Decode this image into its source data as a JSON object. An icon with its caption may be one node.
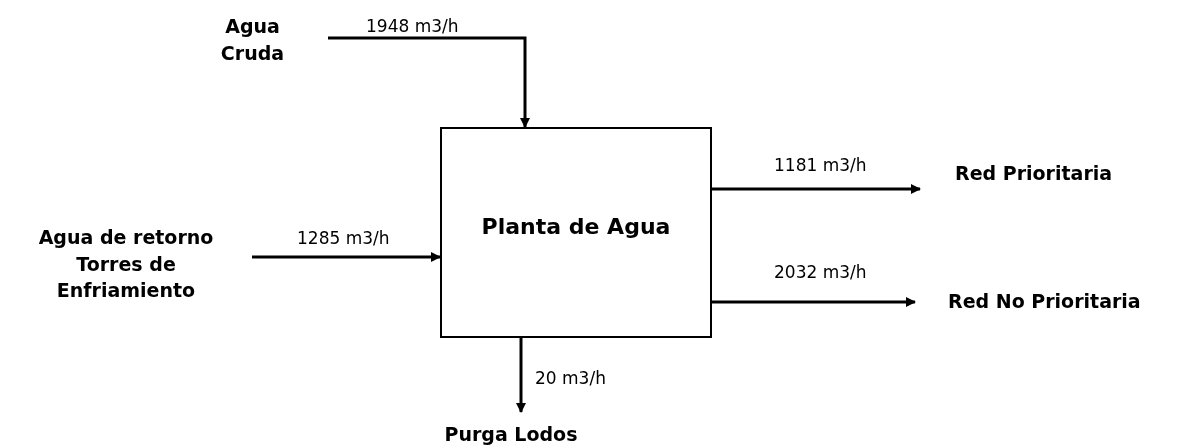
{
  "diagram": {
    "nodes": [
      {
        "text": [
          "Agua Cruda"
        ]
      },
      {
        "text": [
          "Agua de retorno Torres de Enfriamiento"
        ]
      },
      {
        "text": [
          "Planta de Agua"
        ]
      },
      {
        "text": [
          "Red Prioritaria"
        ]
      },
      {
        "text": [
          "Red No Prioritaria"
        ]
      },
      {
        "text": [
          "Purga Lodos"
        ]
      }
    ],
    "edges": [
      {
        "from": 0,
        "to": 2,
        "arrow": "to",
        "label": "1948 m3/h"
      },
      {
        "from": 1,
        "to": 2,
        "arrow": "to",
        "label": "1285 m3/h"
      },
      {
        "from": 2,
        "to": 3,
        "arrow": "to",
        "label": "1181 m3/h"
      },
      {
        "from": 2,
        "to": 4,
        "arrow": "to",
        "label": "2032 m3/h"
      },
      {
        "from": 2,
        "to": 5,
        "arrow": "to",
        "label": "20 m3/h"
      }
    ]
  }
}
